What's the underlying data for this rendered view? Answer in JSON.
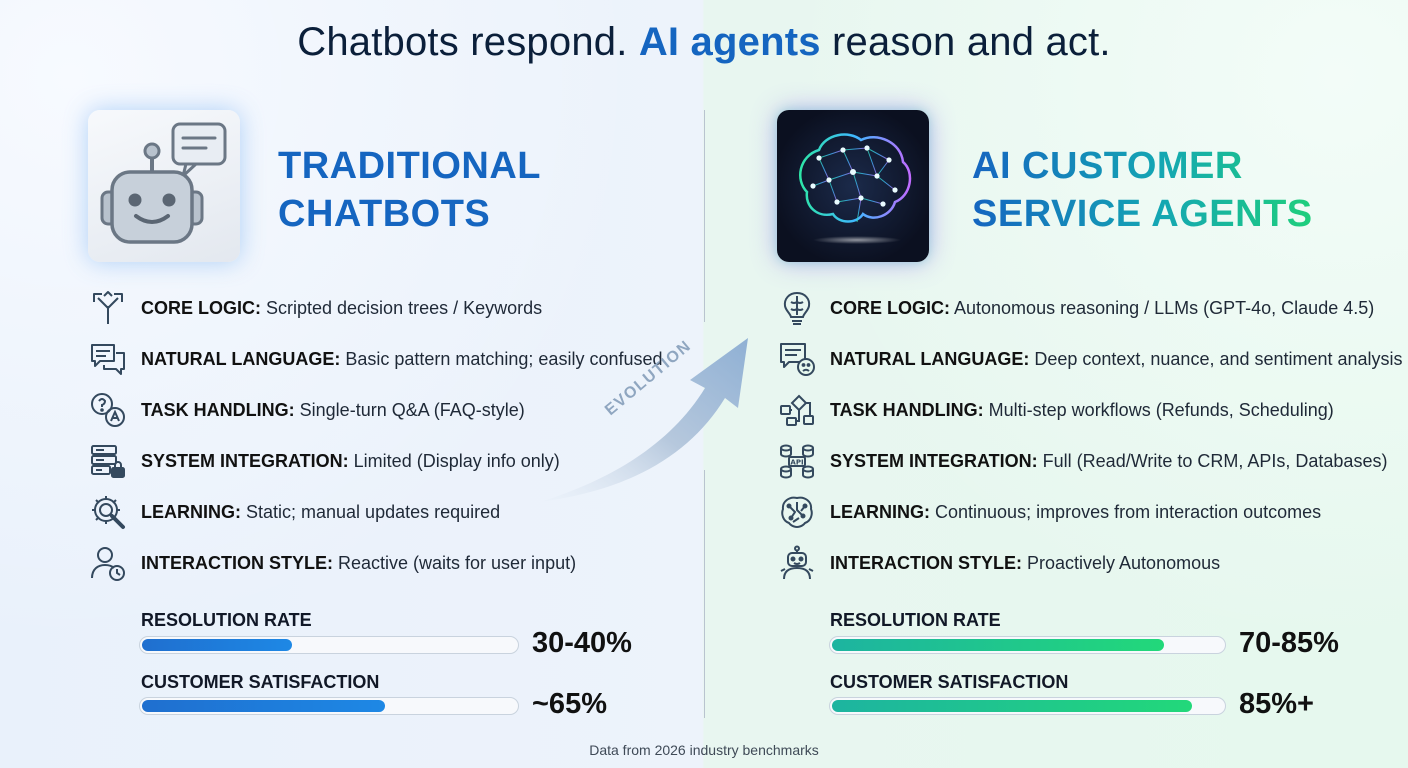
{
  "headline": {
    "part1": "Chatbots respond. ",
    "accent": "AI agents",
    "part2": " reason and act."
  },
  "left": {
    "title_line1": "TRADITIONAL",
    "title_line2": "CHATBOTS",
    "features": [
      {
        "icon": "branching-arrows-icon",
        "label": "CORE LOGIC:",
        "text": " Scripted decision trees / Keywords"
      },
      {
        "icon": "chat-bubbles-icon",
        "label": "NATURAL LANGUAGE:",
        "text": " Basic pattern matching; easily confused"
      },
      {
        "icon": "question-answer-icon",
        "label": "TASK HANDLING:",
        "text": " Single-turn Q&A (FAQ-style)"
      },
      {
        "icon": "server-lock-icon",
        "label": "SYSTEM INTEGRATION:",
        "text": " Limited (Display info only)"
      },
      {
        "icon": "gear-wrench-icon",
        "label": "LEARNING:",
        "text": " Static; manual updates required"
      },
      {
        "icon": "user-clock-icon",
        "label": "INTERACTION STYLE:",
        "text": " Reactive (waits for user input)"
      }
    ],
    "metrics": [
      {
        "label": "RESOLUTION RATE",
        "value": "30-40%",
        "fill": 0.4
      },
      {
        "label": "CUSTOMER SATISFACTION",
        "value": "~65%",
        "fill": 0.65
      }
    ]
  },
  "right": {
    "title_line1": "AI CUSTOMER",
    "title_line2": "SERVICE AGENTS",
    "features": [
      {
        "icon": "lightbulb-brain-icon",
        "label": "CORE LOGIC:",
        "text": " Autonomous reasoning / LLMs (GPT-4o, Claude 4.5)"
      },
      {
        "icon": "chat-sentiment-icon",
        "label": "NATURAL LANGUAGE:",
        "text": " Deep context, nuance, and sentiment analysis"
      },
      {
        "icon": "workflow-icon",
        "label": "TASK HANDLING:",
        "text": " Multi-step workflows (Refunds, Scheduling)"
      },
      {
        "icon": "api-database-icon",
        "label": "SYSTEM INTEGRATION:",
        "text": " Full (Read/Write to CRM, APIs, Databases)"
      },
      {
        "icon": "circuit-brain-icon",
        "label": "LEARNING:",
        "text": " Continuous; improves from interaction outcomes"
      },
      {
        "icon": "robot-agent-icon",
        "label": "INTERACTION STYLE:",
        "text": " Proactively Autonomous"
      }
    ],
    "metrics": [
      {
        "label": "RESOLUTION RATE",
        "value": "70-85%",
        "fill": 0.85
      },
      {
        "label": "CUSTOMER SATISFACTION",
        "value": "85%+",
        "fill": 0.92
      }
    ]
  },
  "evolution_label": "EVOLUTION",
  "footer": "Data from 2026 industry benchmarks",
  "colors": {
    "left_accent": "#1565c0",
    "right_accent_start": "#14a6b3",
    "right_accent_end": "#1fcf7c",
    "icon_stroke": "#34495e"
  }
}
